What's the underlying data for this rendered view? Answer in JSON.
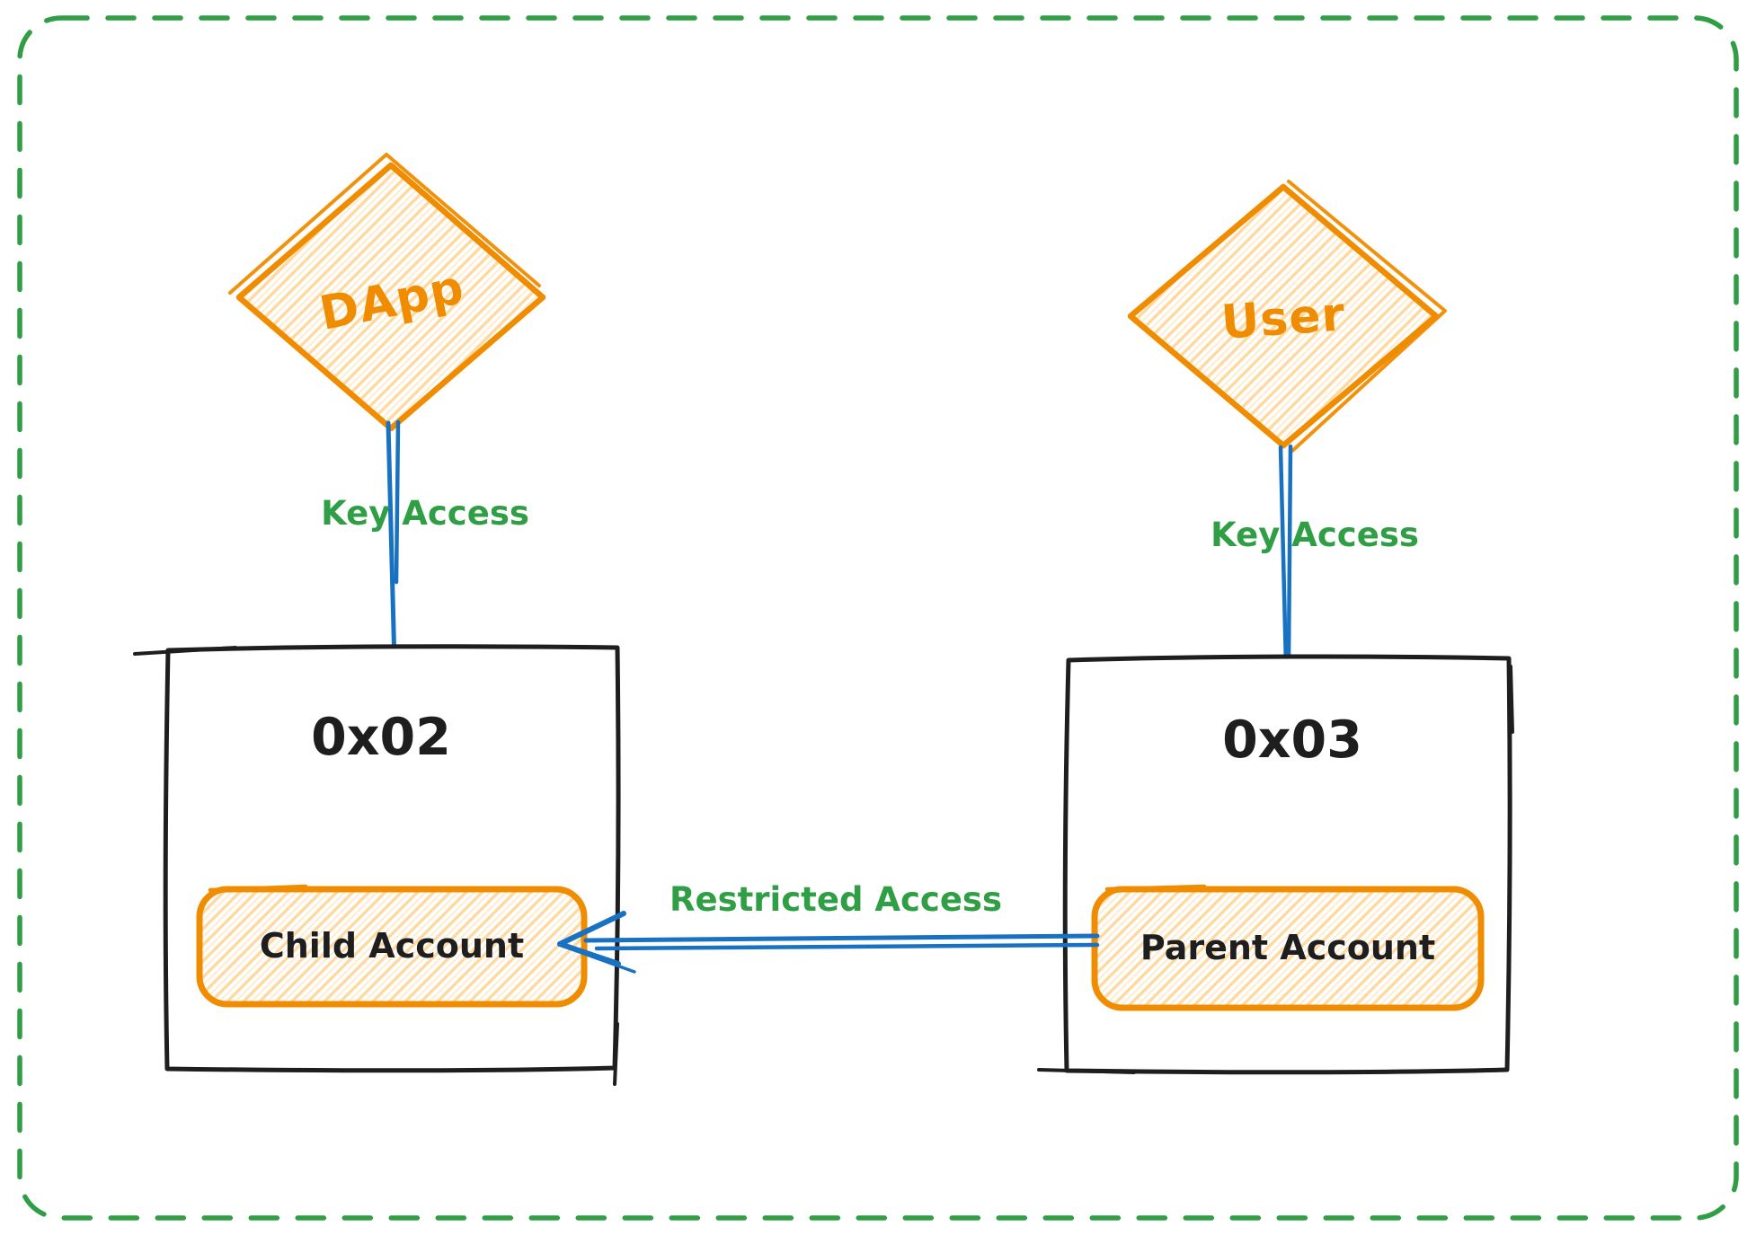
{
  "colors": {
    "border_green": "#2f9e44",
    "label_green": "#2f9e44",
    "connector_blue": "#1971c2",
    "shape_orange": "#f08c00",
    "hatch_fill": "#ffd9a0",
    "ink_black": "#1e1e1e",
    "background": "#ffffff"
  },
  "nodes": {
    "dapp": {
      "shape": "diamond",
      "label": "DApp"
    },
    "user": {
      "shape": "diamond",
      "label": "User"
    },
    "wallet_child": {
      "shape": "rectangle",
      "address": "0x02",
      "account_label": "Child Account"
    },
    "wallet_parent": {
      "shape": "rectangle",
      "address": "0x03",
      "account_label": "Parent Account"
    }
  },
  "edges": {
    "dapp_to_child": {
      "from": "DApp",
      "to": "0x02",
      "label": "Key Access"
    },
    "user_to_parent": {
      "from": "User",
      "to": "0x03",
      "label": "Key Access"
    },
    "parent_to_child": {
      "from": "Parent Account",
      "to": "Child Account",
      "label": "Restricted Access"
    }
  }
}
